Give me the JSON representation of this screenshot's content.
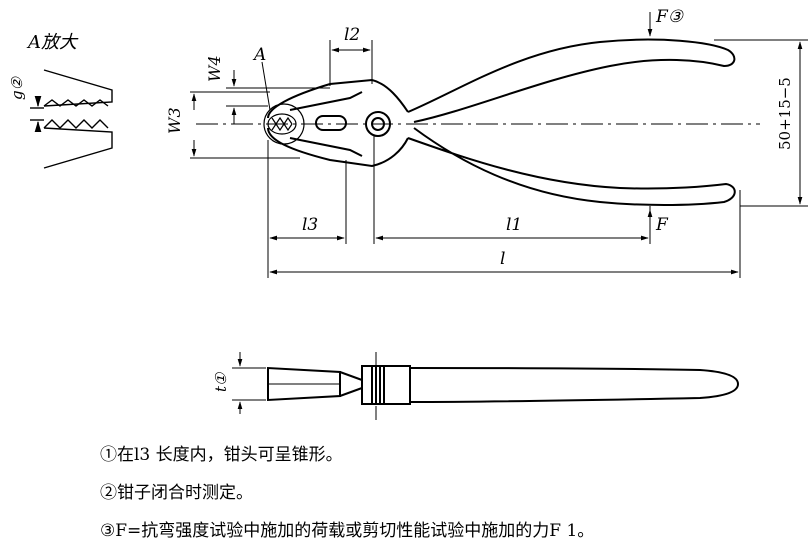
{
  "detail": {
    "title": "A放大",
    "gap_label": "g②"
  },
  "top_view": {
    "W4": "W4",
    "W3": "W3",
    "A": "A",
    "l2": "l2",
    "l3": "l3",
    "l1": "l1",
    "l": "l",
    "F_top": "F③",
    "F_bottom": "F",
    "height": "50+15−5"
  },
  "side_view": {
    "t": "t①"
  },
  "notes": [
    "①在l3 长度内，钳头可呈锥形。",
    "②钳子闭合时测定。",
    "③F=抗弯强度试验中施加的荷载或剪切性能试验中施加的力F 1。"
  ]
}
